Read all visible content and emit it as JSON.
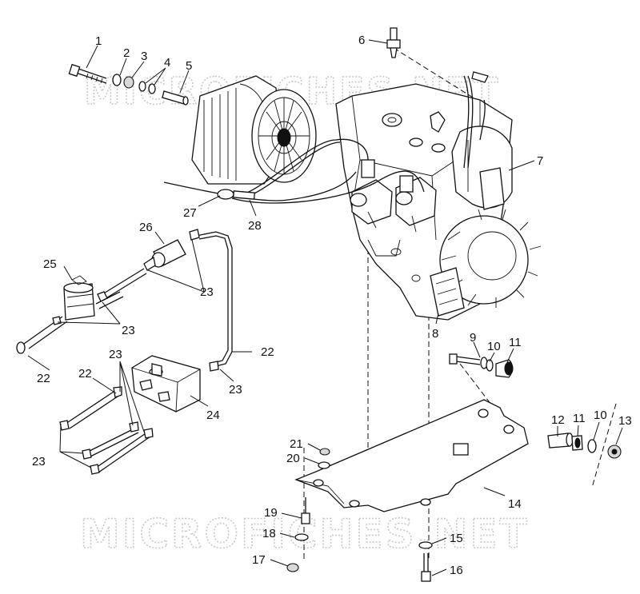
{
  "diagram": {
    "watermarks": [
      "MICROFICHES.NET",
      "MICROFICHES.NET"
    ],
    "callouts": [
      {
        "id": "c1",
        "label": "1"
      },
      {
        "id": "c2",
        "label": "2"
      },
      {
        "id": "c3",
        "label": "3"
      },
      {
        "id": "c4",
        "label": "4"
      },
      {
        "id": "c5",
        "label": "5"
      },
      {
        "id": "c6",
        "label": "6"
      },
      {
        "id": "c7",
        "label": "7"
      },
      {
        "id": "c8",
        "label": "8"
      },
      {
        "id": "c9",
        "label": "9"
      },
      {
        "id": "c10a",
        "label": "10"
      },
      {
        "id": "c11a",
        "label": "11"
      },
      {
        "id": "c10b",
        "label": "10"
      },
      {
        "id": "c11b",
        "label": "11"
      },
      {
        "id": "c12",
        "label": "12"
      },
      {
        "id": "c13",
        "label": "13"
      },
      {
        "id": "c14",
        "label": "14"
      },
      {
        "id": "c15",
        "label": "15"
      },
      {
        "id": "c16",
        "label": "16"
      },
      {
        "id": "c17",
        "label": "17"
      },
      {
        "id": "c18",
        "label": "18"
      },
      {
        "id": "c19",
        "label": "19"
      },
      {
        "id": "c20",
        "label": "20"
      },
      {
        "id": "c21",
        "label": "21"
      },
      {
        "id": "c22a",
        "label": "22"
      },
      {
        "id": "c22b",
        "label": "22"
      },
      {
        "id": "c22c",
        "label": "22"
      },
      {
        "id": "c23a",
        "label": "23"
      },
      {
        "id": "c23b",
        "label": "23"
      },
      {
        "id": "c23c",
        "label": "23"
      },
      {
        "id": "c23d",
        "label": "23"
      },
      {
        "id": "c23e",
        "label": "23"
      },
      {
        "id": "c24",
        "label": "24"
      },
      {
        "id": "c25",
        "label": "25"
      },
      {
        "id": "c26",
        "label": "26"
      },
      {
        "id": "c27",
        "label": "27"
      },
      {
        "id": "c28",
        "label": "28"
      }
    ]
  }
}
